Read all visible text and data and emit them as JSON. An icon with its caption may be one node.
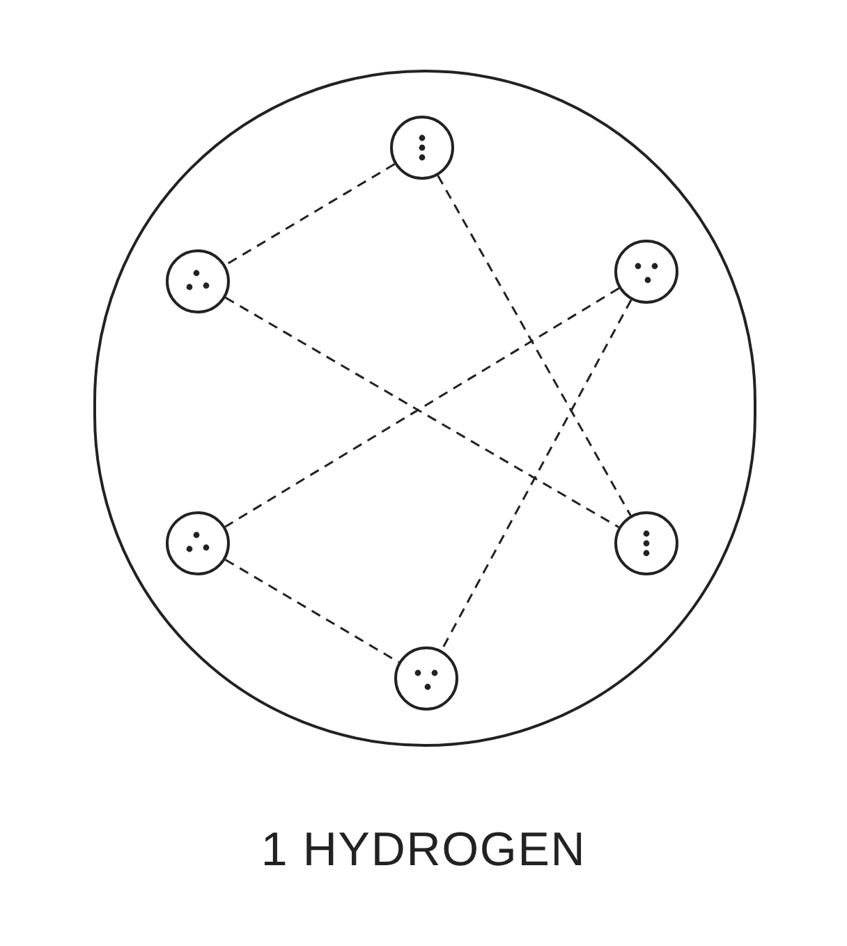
{
  "diagram": {
    "caption": "1 HYDROGEN",
    "nodes": [
      {
        "text": [],
        "shape": "circle"
      },
      {
        "text": [],
        "shape": "circle",
        "in": 0
      },
      {
        "text": [],
        "shape": "circle",
        "in": 0
      },
      {
        "text": [],
        "shape": "circle",
        "in": 0
      },
      {
        "text": [],
        "shape": "circle",
        "in": 0
      },
      {
        "text": [],
        "shape": "circle",
        "in": 0
      },
      {
        "text": [],
        "shape": "circle",
        "in": 0
      }
    ],
    "edges": [
      {
        "from": 1,
        "to": 2,
        "arrow": "none",
        "style": "dashed"
      },
      {
        "from": 1,
        "to": 5,
        "arrow": "none",
        "style": "dashed"
      },
      {
        "from": 2,
        "to": 5,
        "arrow": "none",
        "style": "dashed"
      },
      {
        "from": 3,
        "to": 4,
        "arrow": "none",
        "style": "dashed"
      },
      {
        "from": 3,
        "to": 6,
        "arrow": "none",
        "style": "dashed"
      },
      {
        "from": 4,
        "to": 6,
        "arrow": "none",
        "style": "dashed"
      }
    ]
  }
}
